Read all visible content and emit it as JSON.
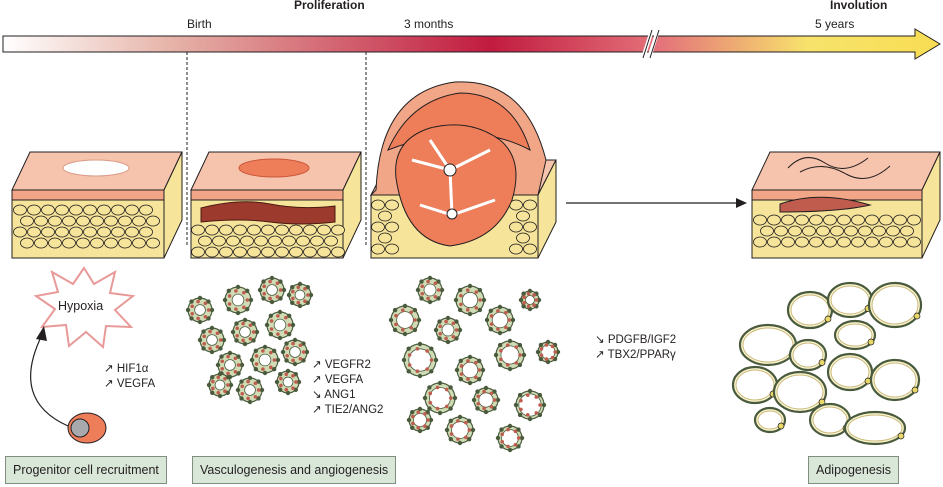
{
  "timeline": {
    "phases": {
      "proliferation": "Proliferation",
      "involution": "Involution"
    },
    "ticks": {
      "birth": "Birth",
      "three_months": "3 months",
      "five_years": "5 years"
    },
    "gradient_colors": [
      "#ffffff",
      "#e6b3a8",
      "#c11b3f",
      "#e4727a",
      "#f7e36c",
      "#f8dd53"
    ]
  },
  "stimulus": {
    "label": "Hypoxia"
  },
  "markers": {
    "recruitment": [
      "↗ HIF1α",
      "↗ VEGFA"
    ],
    "vasculogenesis": [
      "↗ VEGFR2",
      "↗ VEGFA",
      "↘ ANG1",
      "↗ TIE2/ANG2"
    ],
    "involution": [
      "↘ PDGFB/IGF2",
      "↗ TBX2/PPARγ"
    ]
  },
  "stages": {
    "recruitment": "Progenitor cell recruitment",
    "vasculogenesis": "Vasculogenesis and angiogenesis",
    "adipogenesis": "Adipogenesis"
  },
  "colors": {
    "skin_top": "#f6c3ad",
    "skin_mid": "#f0a687",
    "fat": "#f5e49a",
    "lesion": "#ee7d5a",
    "vessel_wall": "#cfdcb6",
    "vessel_border": "#4a5b3d",
    "nucleus": "#c05c4e",
    "box_fill": "#d9e7d9"
  }
}
